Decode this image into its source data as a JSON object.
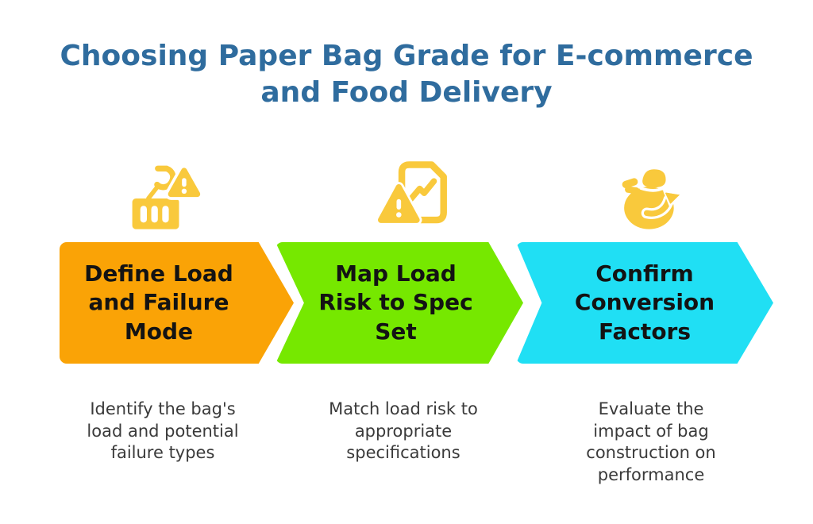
{
  "title": {
    "lines": [
      "Choosing Paper Bag Grade for E-commerce",
      "and Food Delivery"
    ]
  },
  "colors": {
    "background": "#FFFFFF",
    "title_blue": "#2F6C9E",
    "icon_yellow": "#F9C93C",
    "step1_orange": "#FAA306",
    "step2_green": "#76E800",
    "step3_cyan": "#20DFF4",
    "label_text": "#131313",
    "description_text": "#3A3A3A"
  },
  "steps": [
    {
      "icon": "crane-load-warning-icon",
      "label_lines": [
        "Define Load",
        "and Failure",
        "Mode"
      ],
      "description_lines": [
        "Identify the bag's",
        "load and potential",
        "failure types"
      ]
    },
    {
      "icon": "spec-chart-warning-icon",
      "label_lines": [
        "Map Load",
        "Risk to Spec",
        "Set"
      ],
      "description_lines": [
        "Match load risk to",
        "appropriate",
        "specifications"
      ]
    },
    {
      "icon": "money-bag-conversion-icon",
      "label_lines": [
        "Confirm",
        "Conversion",
        "Factors"
      ],
      "description_lines": [
        "Evaluate the",
        "impact of bag",
        "construction on",
        "performance"
      ]
    }
  ]
}
